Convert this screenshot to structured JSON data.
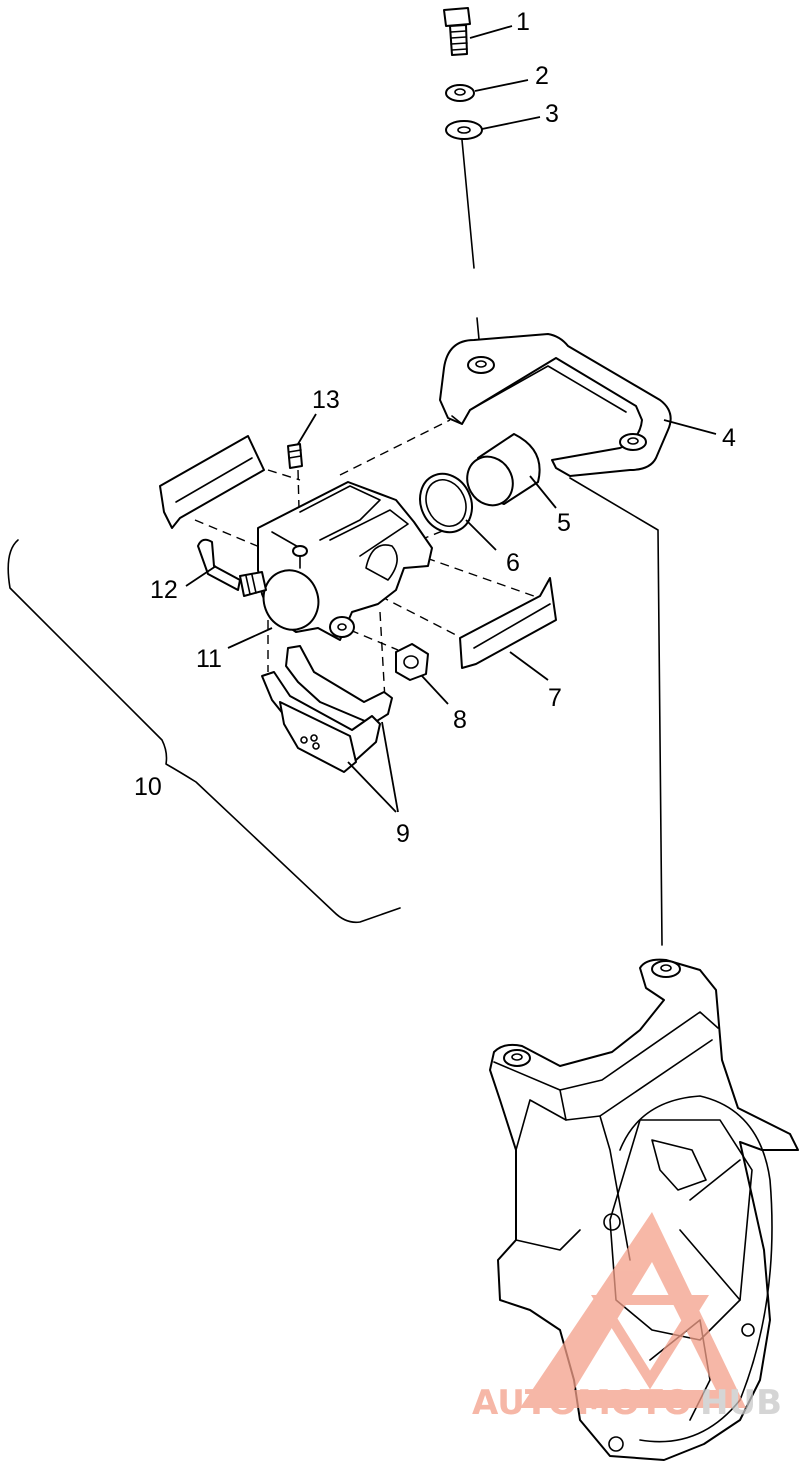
{
  "diagram": {
    "callouts": [
      {
        "id": 1,
        "label": "1"
      },
      {
        "id": 2,
        "label": "2"
      },
      {
        "id": 3,
        "label": "3"
      },
      {
        "id": 4,
        "label": "4"
      },
      {
        "id": 5,
        "label": "5"
      },
      {
        "id": 6,
        "label": "6"
      },
      {
        "id": 7,
        "label": "7"
      },
      {
        "id": 8,
        "label": "8"
      },
      {
        "id": 9,
        "label": "9"
      },
      {
        "id": 10,
        "label": "10"
      },
      {
        "id": 11,
        "label": "11"
      },
      {
        "id": 12,
        "label": "12"
      },
      {
        "id": 13,
        "label": "13"
      }
    ]
  },
  "watermark": {
    "text_part1": "AUTOMOTO",
    "text_part2": "HUB",
    "color_primary": "#f4a08a",
    "color_secondary": "#c8c8c8"
  }
}
